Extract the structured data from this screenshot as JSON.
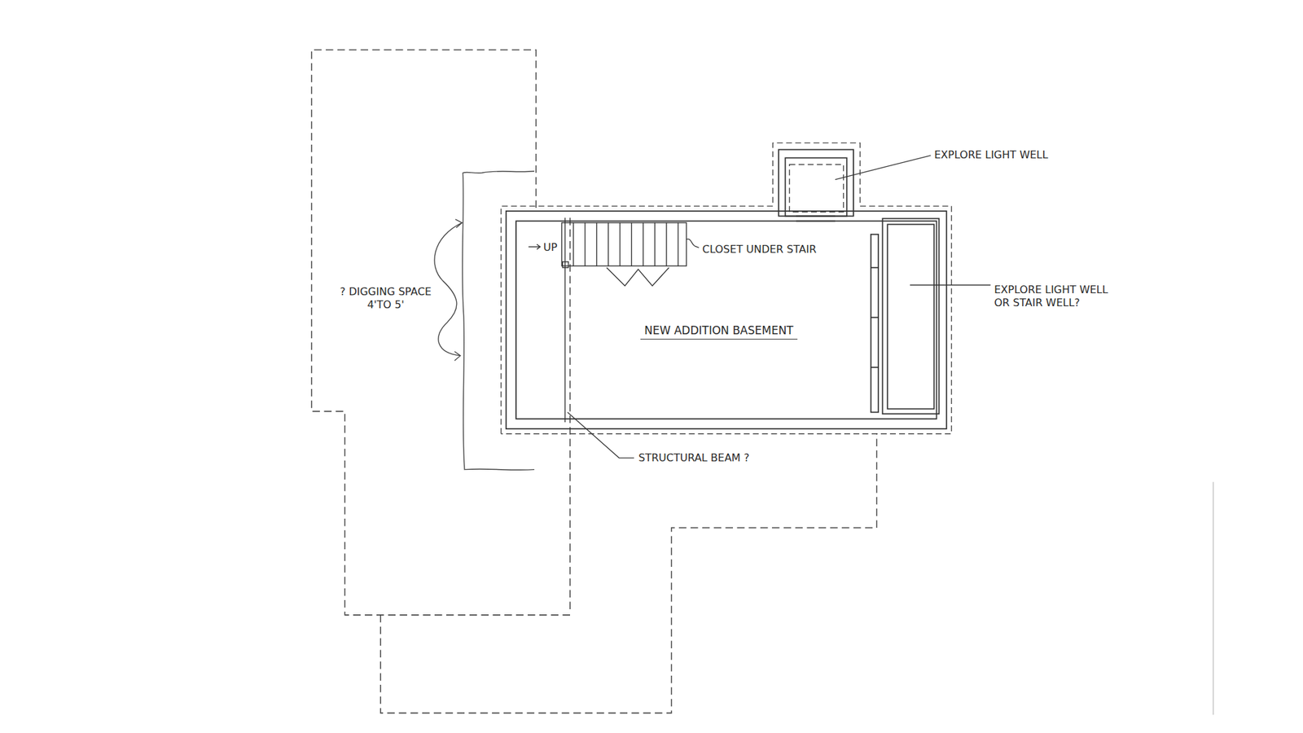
{
  "diagram": {
    "nodes": [
      {
        "text": [
          "NEW ADDITION BASEMENT"
        ]
      }
    ],
    "labels": [
      "CLOSET UNDER STAIR",
      "UP",
      "EXPLORE LIGHT WELL",
      "EXPLORE LIGHT WELL OR STAIR WELL?",
      "? DIGGING SPACE 4'TO 5'",
      "STRUCTURAL BEAM ?"
    ]
  }
}
